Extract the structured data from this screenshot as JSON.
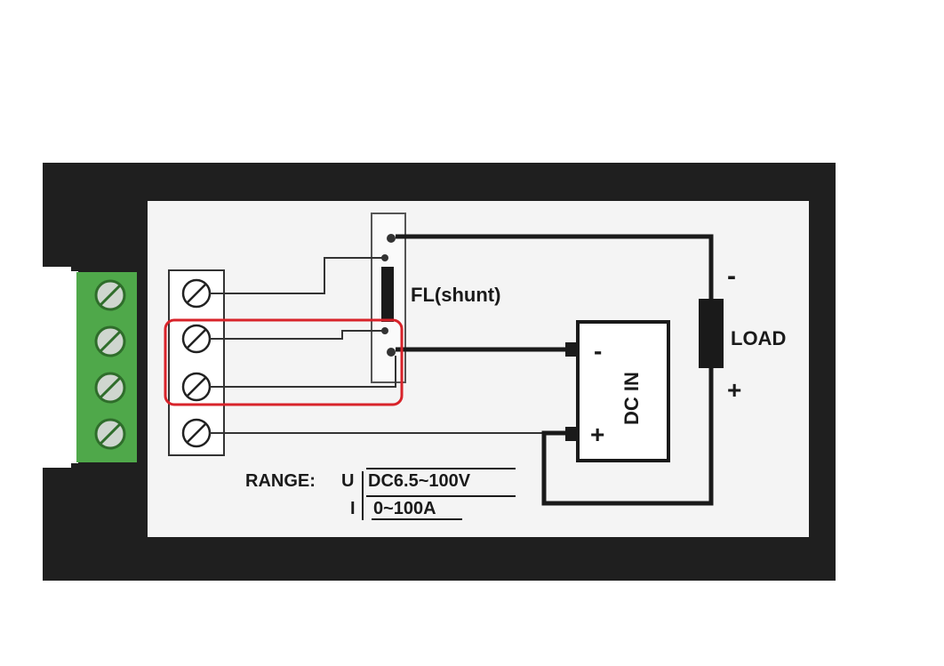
{
  "labels": {
    "shunt": "FL(shunt)",
    "load": "LOAD",
    "dc_in": "DC IN",
    "minus": "-",
    "plus": "+"
  },
  "range": {
    "prefix": "RANGE:",
    "voltage_symbol": "U",
    "voltage_value": "DC6.5~100V",
    "current_symbol": "I",
    "current_value": "0~100A"
  },
  "colors": {
    "housing": "#1f1f1f",
    "panel": "#f4f4f4",
    "connector": "#4fa84a",
    "highlight": "#d8232a",
    "wire": "#1a1a1a"
  }
}
